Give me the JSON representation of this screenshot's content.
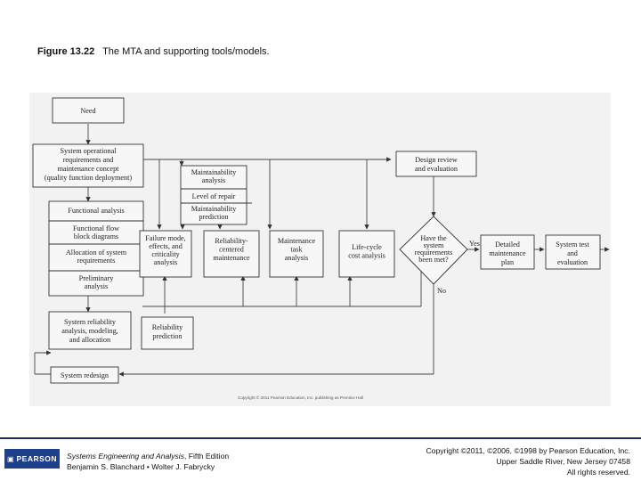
{
  "caption": {
    "number": "Figure 13.22",
    "text": "The MTA and supporting tools/models."
  },
  "diagram": {
    "boxes": {
      "need": [
        "Need"
      ],
      "system_requirements": [
        "System operational",
        "requirements and",
        "maintenance concept",
        "(quality function deployment)"
      ],
      "functional_analysis": [
        "Functional analysis"
      ],
      "flow_block": [
        "Functional flow",
        "block diagrams"
      ],
      "allocation": [
        "Allocation of system",
        "requirements"
      ],
      "preliminary": [
        "Preliminary",
        "analysis"
      ],
      "maintainability_analysis": [
        "Maintainability",
        "analysis"
      ],
      "level_of_repair": [
        "Level of repair"
      ],
      "maintainability_prediction": [
        "Maintainability",
        "prediction"
      ],
      "fmeca": [
        "Failure mode,",
        "effects, and",
        "criticality",
        "analysis"
      ],
      "rcm": [
        "Reliability-",
        "centered",
        "maintenance"
      ],
      "maintenance_task": [
        "Maintenance",
        "task",
        "analysis"
      ],
      "life_cycle_cost": [
        "Life-cycle",
        "cost analysis"
      ],
      "design_review": [
        "Design review",
        "and evaluation"
      ],
      "decision": [
        "Have the",
        "system",
        "requirements",
        "been met?"
      ],
      "detailed_plan": [
        "Detailed",
        "maintenance",
        "plan"
      ],
      "system_test": [
        "System test",
        "and",
        "evaluation"
      ],
      "system_reliability": [
        "System reliability",
        "analysis, modeling,",
        "and allocation"
      ],
      "reliability_prediction": [
        "Reliability",
        "prediction"
      ],
      "system_redesign": [
        "System redesign"
      ]
    },
    "yes_label": "Yes",
    "no_label": "No",
    "copyright": "Copyright © 2011 Pearson Education, Inc. publishing as Prentice Hall"
  },
  "footer": {
    "logo": "PEARSON",
    "book_title": "Systems Engineering and Analysis",
    "book_edition": ", Fifth Edition",
    "authors": "Benjamin S. Blanchard • Wolter J. Fabrycky",
    "copyright_line1": "Copyright ©2011, ©2006, ©1998 by Pearson Education, Inc.",
    "copyright_line2": "Upper Saddle River, New Jersey 07458",
    "copyright_line3": "All rights reserved."
  }
}
